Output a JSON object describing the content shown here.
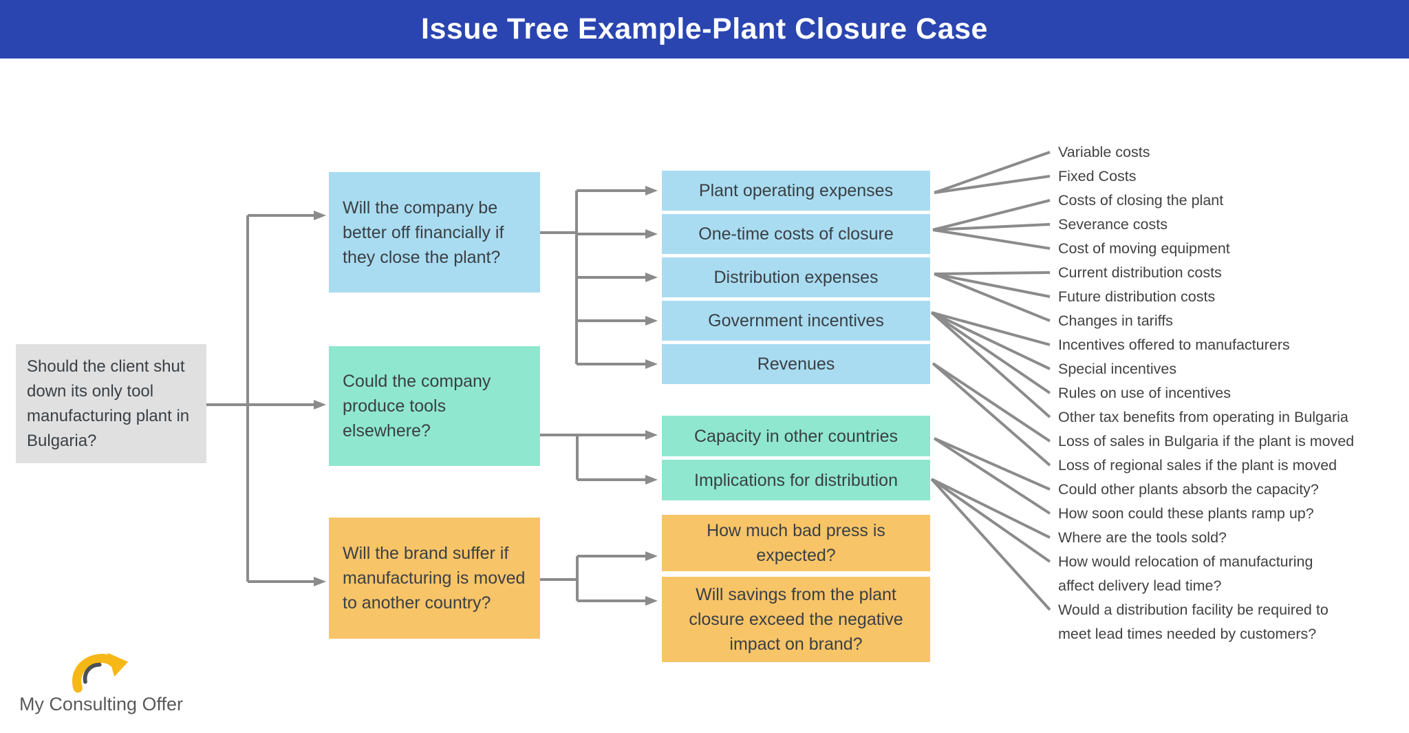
{
  "header": {
    "title": "Issue Tree Example-Plant Closure Case"
  },
  "colors": {
    "header_bg": "#2a45b0",
    "branch_blue": "#a9dcf1",
    "branch_teal": "#8fe7cf",
    "branch_orange": "#f8c468",
    "root_gray": "#e0e0e0",
    "connector_gray": "#8b8b8b",
    "logo_yellow": "#f6b817"
  },
  "root": {
    "question": "Should the client shut down its only tool manufacturing plant in Bulgaria?"
  },
  "branches": [
    {
      "question": "Will the company be better off financially if they close the plant?",
      "subs": [
        {
          "label": "Plant operating expenses",
          "leaves": [
            {
              "lines": [
                "Variable costs"
              ]
            },
            {
              "lines": [
                "Fixed Costs"
              ]
            }
          ]
        },
        {
          "label": "One-time costs of closure",
          "leaves": [
            {
              "lines": [
                "Costs of closing the plant"
              ]
            },
            {
              "lines": [
                "Severance costs"
              ]
            },
            {
              "lines": [
                "Cost of moving equipment"
              ]
            }
          ]
        },
        {
          "label": "Distribution expenses",
          "leaves": [
            {
              "lines": [
                "Current distribution costs"
              ]
            },
            {
              "lines": [
                "Future distribution costs"
              ]
            },
            {
              "lines": [
                "Changes in tariffs"
              ]
            }
          ]
        },
        {
          "label": "Government incentives",
          "leaves": [
            {
              "lines": [
                "Incentives offered to manufacturers"
              ]
            },
            {
              "lines": [
                "Special incentives"
              ]
            },
            {
              "lines": [
                "Rules on use of incentives"
              ]
            },
            {
              "lines": [
                "Other tax benefits from operating in Bulgaria"
              ]
            }
          ]
        },
        {
          "label": "Revenues",
          "leaves": [
            {
              "lines": [
                "Loss of sales in Bulgaria if the plant is moved"
              ]
            },
            {
              "lines": [
                "Loss of regional sales if the plant is moved"
              ]
            }
          ]
        }
      ]
    },
    {
      "question": "Could the company produce tools elsewhere?",
      "subs": [
        {
          "label": "Capacity in other countries",
          "leaves": [
            {
              "lines": [
                "Could other plants absorb the capacity?"
              ]
            },
            {
              "lines": [
                "How soon could these plants ramp up?"
              ]
            }
          ]
        },
        {
          "label": "Implications for distribution",
          "leaves": [
            {
              "lines": [
                "Where are the tools sold?"
              ]
            },
            {
              "lines": [
                "How would relocation of manufacturing",
                "affect delivery lead time?"
              ]
            },
            {
              "lines": [
                "Would a distribution facility be required to",
                "meet  lead times needed by customers?"
              ]
            }
          ]
        }
      ]
    },
    {
      "question": "Will the brand suffer if manufacturing is moved to another country?",
      "subs": [
        {
          "label": "How much bad press is expected?",
          "leaves": []
        },
        {
          "label": "Will savings from the plant closure exceed the negative impact on brand?",
          "leaves": []
        }
      ]
    }
  ],
  "logo": {
    "text": "My Consulting Offer"
  }
}
